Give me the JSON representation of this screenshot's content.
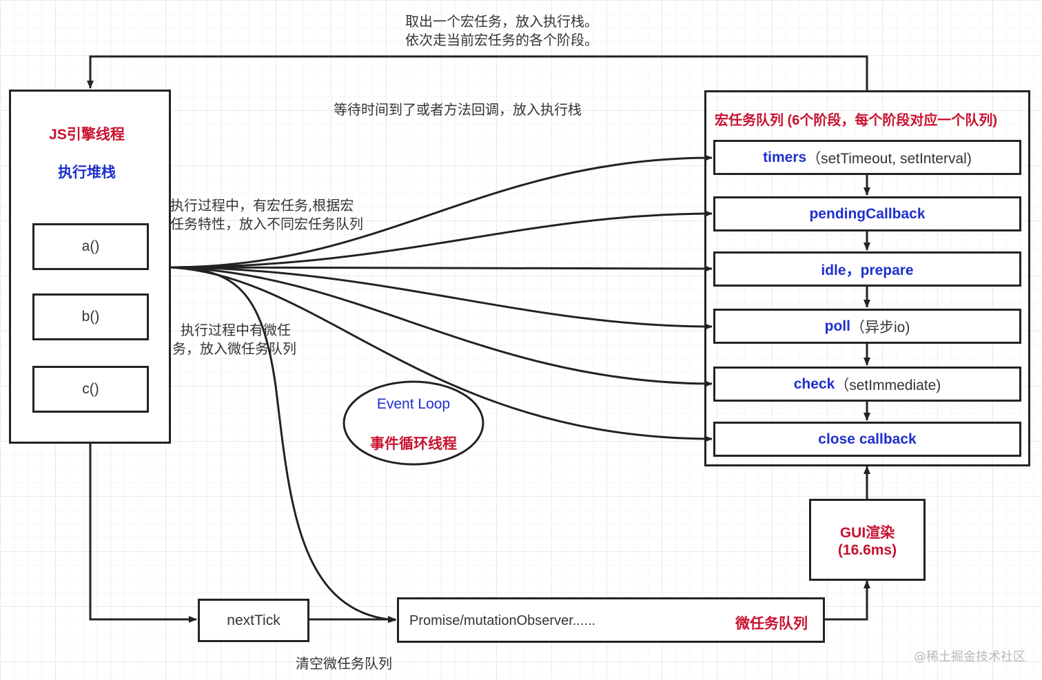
{
  "top_note": {
    "line1": "取出一个宏任务，放入执行栈。",
    "line2": "依次走当前宏任务的各个阶段。"
  },
  "wait_note": "等待时间到了或者方法回调，放入执行栈",
  "js_engine": {
    "title": "JS引擎线程",
    "subtitle": "执行堆栈",
    "frames": [
      "a()",
      "b()",
      "c()"
    ]
  },
  "macro_note": {
    "line1": "执行过程中，有宏任务,根据宏",
    "line2": "任务特性，放入不同宏任务队列"
  },
  "micro_note": {
    "line1": "执行过程中有微任",
    "line2": "务，放入微任务队列"
  },
  "event_loop": {
    "title": "Event Loop",
    "subtitle": "事件循环线程"
  },
  "macro_queue": {
    "title": "宏任务队列 (6个阶段，每个阶段对应一个队列)",
    "phases": [
      {
        "name": "timers",
        "detail": "（setTimeout, setInterval)"
      },
      {
        "name": "pendingCallback",
        "detail": ""
      },
      {
        "name": "idle，prepare",
        "detail": ""
      },
      {
        "name": "poll",
        "detail": "（异步io)"
      },
      {
        "name": "check",
        "detail": "（setImmediate)"
      },
      {
        "name": "close callback",
        "detail": ""
      }
    ]
  },
  "gui": {
    "line1": "GUI渲染",
    "line2": "(16.6ms)"
  },
  "next_tick": "nextTick",
  "micro_queue": {
    "content": "Promise/mutationObserver......",
    "label": "微任务队列"
  },
  "clear_note": "清空微任务队列",
  "watermark": "@稀土掘金技术社区",
  "colors": {
    "blue": "#1e2fcc",
    "red": "#c8102e",
    "line": "#222222"
  }
}
